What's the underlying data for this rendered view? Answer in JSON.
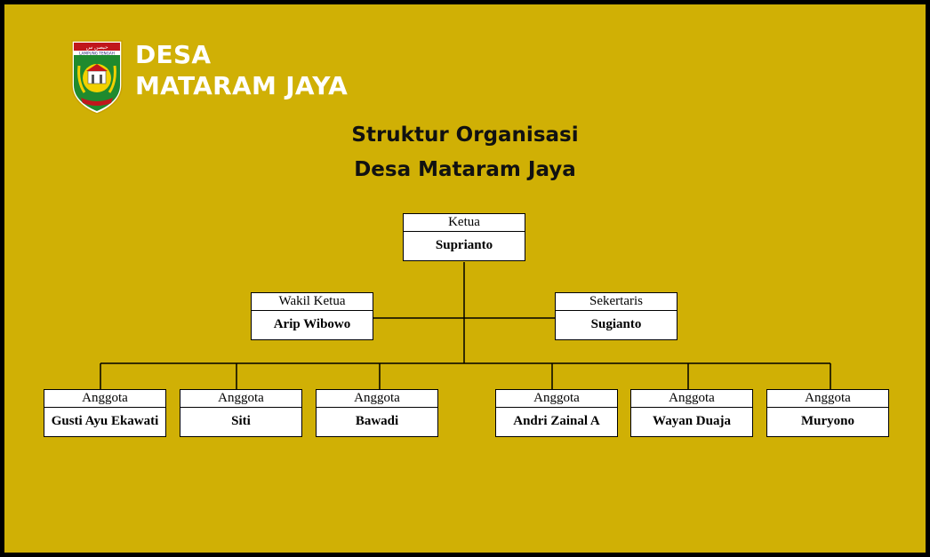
{
  "header": {
    "line1": "DESA",
    "line2": "MATARAM JAYA",
    "logo_top_text": "LAMPUNG TENGAH"
  },
  "title": {
    "line1": "Struktur Organisasi",
    "line2": "Desa Mataram Jaya"
  },
  "colors": {
    "background": "#d0b005",
    "border": "#000000",
    "box": "#ffffff"
  },
  "org": {
    "ketua": {
      "role": "Ketua",
      "name": "Suprianto"
    },
    "wakil": {
      "role": "Wakil Ketua",
      "name": "Arip Wibowo"
    },
    "sekretaris": {
      "role": "Sekertaris",
      "name": "Sugianto"
    },
    "anggota": [
      {
        "role": "Anggota",
        "name": "Gusti Ayu Ekawati"
      },
      {
        "role": "Anggota",
        "name": "Siti"
      },
      {
        "role": "Anggota",
        "name": "Bawadi"
      },
      {
        "role": "Anggota",
        "name": "Andri Zainal A"
      },
      {
        "role": "Anggota",
        "name": "Wayan Duaja"
      },
      {
        "role": "Anggota",
        "name": "Muryono"
      }
    ]
  }
}
